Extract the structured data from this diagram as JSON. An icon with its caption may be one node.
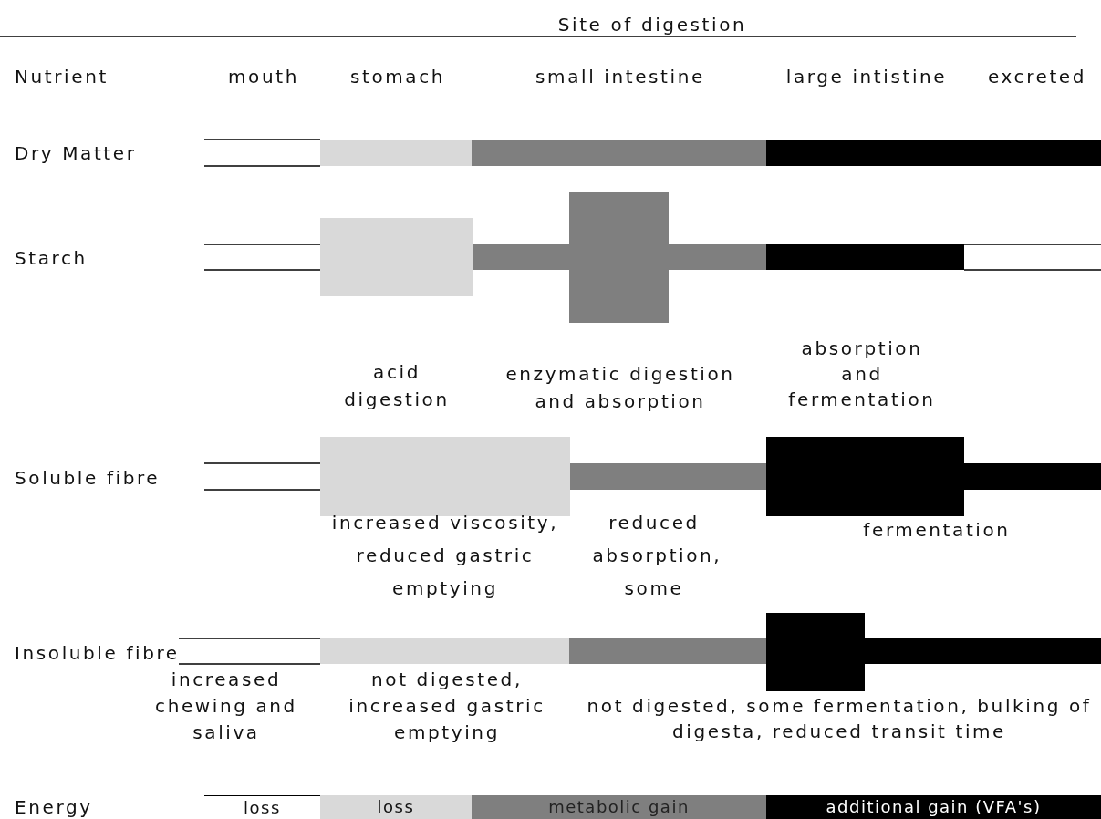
{
  "diagram": {
    "nodes": [
      {
        "text": [
          "loss"
        ]
      },
      {
        "text": [
          "loss"
        ]
      },
      {
        "text": [
          "metabolic gain"
        ]
      },
      {
        "text": [
          "additional gain (VFA's)"
        ]
      }
    ],
    "labels": [
      "Site of digestion",
      "Nutrient",
      "mouth",
      "stomach",
      "small intestine",
      "large intistine",
      "excreted",
      "Dry Matter",
      "Starch",
      "acid digestion",
      "enzymatic digestion and absorption",
      "absorption and fermentation",
      "Soluble fibre",
      "increased viscosity, reduced gastric emptying",
      "reduced absorption, some",
      "fermentation",
      "Insoluble fibre",
      "increased chewing and saliva",
      "not digested, increased gastric emptying",
      "not digested, some fermentation, bulking of digesta, reduced transit time",
      "Energy"
    ]
  }
}
